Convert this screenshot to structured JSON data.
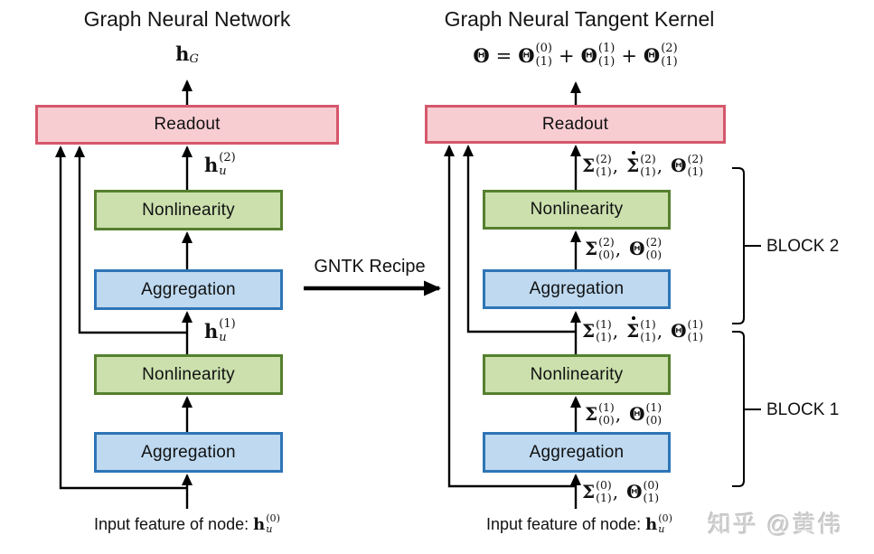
{
  "gnn": {
    "title": "Graph Neural Network",
    "readout_label": "Readout",
    "nonlinearity_label": "Nonlinearity",
    "aggregation_label": "Aggregation",
    "output_label": [
      {
        "base": "h",
        "sub": "G"
      }
    ],
    "h2_label": [
      {
        "base": "h",
        "sup": "(2)",
        "sub": "u"
      }
    ],
    "h1_label": [
      {
        "base": "h",
        "sup": "(1)",
        "sub": "u"
      }
    ],
    "input_caption": [
      {
        "text": "Input feature of node: "
      },
      {
        "base": "h",
        "sup": "(0)",
        "sub": "u"
      }
    ]
  },
  "recipe": {
    "label": "GNTK Recipe"
  },
  "gntk": {
    "title": "Graph Neural Tangent Kernel",
    "readout_label": "Readout",
    "nonlinearity_label": "Nonlinearity",
    "aggregation_label": "Aggregation",
    "equation": [
      {
        "base": "Θ"
      },
      {
        "op": "="
      },
      {
        "base": "Θ",
        "sup": "(0)",
        "sub": "(1)"
      },
      {
        "op": "+"
      },
      {
        "base": "Θ",
        "sup": "(1)",
        "sub": "(1)"
      },
      {
        "op": "+"
      },
      {
        "base": "Θ",
        "sup": "(2)",
        "sub": "(1)"
      }
    ],
    "label_block2_out": [
      {
        "base": "Σ",
        "sup": "(2)",
        "sub": "(1)"
      },
      {
        "op": ","
      },
      {
        "base": "Σ",
        "dot": true,
        "sup": "(2)",
        "sub": "(1)"
      },
      {
        "op": ","
      },
      {
        "base": "Θ",
        "sup": "(2)",
        "sub": "(1)"
      }
    ],
    "label_block2_mid": [
      {
        "base": "Σ",
        "sup": "(2)",
        "sub": "(0)"
      },
      {
        "op": ","
      },
      {
        "base": "Θ",
        "sup": "(2)",
        "sub": "(0)"
      }
    ],
    "label_block1_out": [
      {
        "base": "Σ",
        "sup": "(1)",
        "sub": "(1)"
      },
      {
        "op": ","
      },
      {
        "base": "Σ",
        "dot": true,
        "sup": "(1)",
        "sub": "(1)"
      },
      {
        "op": ","
      },
      {
        "base": "Θ",
        "sup": "(1)",
        "sub": "(1)"
      }
    ],
    "label_block1_mid": [
      {
        "base": "Σ",
        "sup": "(1)",
        "sub": "(0)"
      },
      {
        "op": ","
      },
      {
        "base": "Θ",
        "sup": "(1)",
        "sub": "(0)"
      }
    ],
    "label_input": [
      {
        "base": "Σ",
        "sup": "(0)",
        "sub": "(1)"
      },
      {
        "op": ","
      },
      {
        "base": "Θ",
        "sup": "(0)",
        "sub": "(1)"
      }
    ],
    "block2_label": "BLOCK 2",
    "block1_label": "BLOCK 1",
    "input_caption": [
      {
        "text": "Input feature of node: "
      },
      {
        "base": "h",
        "sup": "(0)",
        "sub": "u"
      }
    ]
  },
  "watermark": "知乎 @黄伟",
  "colors": {
    "readout_fill": "#f8cdd2",
    "readout_border": "#d5576b",
    "nonlinearity_fill": "#cbe0ad",
    "nonlinearity_border": "#55802f",
    "aggregation_fill": "#bed9f0",
    "aggregation_border": "#2e75b6",
    "line": "#000000",
    "watermark": "#d0d0d0"
  }
}
